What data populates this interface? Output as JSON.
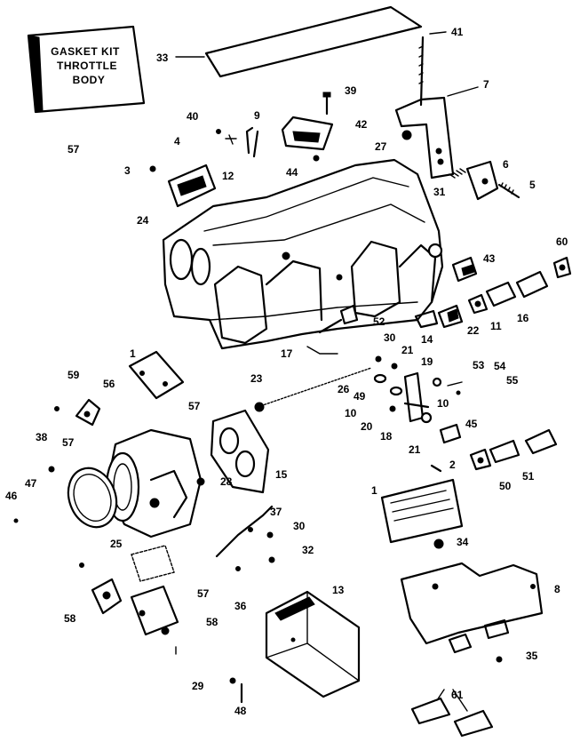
{
  "kit_box": {
    "lines": [
      "GASKET KIT",
      "THROTTLE",
      "BODY"
    ]
  },
  "callouts": [
    {
      "id": "c41",
      "text": "41"
    },
    {
      "id": "c33",
      "text": "33"
    },
    {
      "id": "c7",
      "text": "7"
    },
    {
      "id": "c39",
      "text": "39"
    },
    {
      "id": "c9",
      "text": "9"
    },
    {
      "id": "c40",
      "text": "40"
    },
    {
      "id": "c42",
      "text": "42"
    },
    {
      "id": "c27",
      "text": "27"
    },
    {
      "id": "c57a",
      "text": "57"
    },
    {
      "id": "c4",
      "text": "4"
    },
    {
      "id": "c44",
      "text": "44"
    },
    {
      "id": "c6",
      "text": "6"
    },
    {
      "id": "c3",
      "text": "3"
    },
    {
      "id": "c12",
      "text": "12"
    },
    {
      "id": "c31",
      "text": "31"
    },
    {
      "id": "c5",
      "text": "5"
    },
    {
      "id": "c24",
      "text": "24"
    },
    {
      "id": "c60",
      "text": "60"
    },
    {
      "id": "c43",
      "text": "43"
    },
    {
      "id": "c16",
      "text": "16"
    },
    {
      "id": "c11",
      "text": "11"
    },
    {
      "id": "c22",
      "text": "22"
    },
    {
      "id": "c14",
      "text": "14"
    },
    {
      "id": "c52",
      "text": "52"
    },
    {
      "id": "c30a",
      "text": "30"
    },
    {
      "id": "c21a",
      "text": "21"
    },
    {
      "id": "c17",
      "text": "17"
    },
    {
      "id": "c19",
      "text": "19"
    },
    {
      "id": "c53",
      "text": "53"
    },
    {
      "id": "c54",
      "text": "54"
    },
    {
      "id": "c1a",
      "text": "1"
    },
    {
      "id": "c59",
      "text": "59"
    },
    {
      "id": "c56",
      "text": "56"
    },
    {
      "id": "c23",
      "text": "23"
    },
    {
      "id": "c26",
      "text": "26"
    },
    {
      "id": "c55",
      "text": "55"
    },
    {
      "id": "c49",
      "text": "49"
    },
    {
      "id": "c10a",
      "text": "10"
    },
    {
      "id": "c10b",
      "text": "10"
    },
    {
      "id": "c57b",
      "text": "57"
    },
    {
      "id": "c20",
      "text": "20"
    },
    {
      "id": "c18",
      "text": "18"
    },
    {
      "id": "c45",
      "text": "45"
    },
    {
      "id": "c38a",
      "text": "38"
    },
    {
      "id": "c57c",
      "text": "57"
    },
    {
      "id": "c21b",
      "text": "21"
    },
    {
      "id": "c15",
      "text": "15"
    },
    {
      "id": "c2",
      "text": "2"
    },
    {
      "id": "c47",
      "text": "47"
    },
    {
      "id": "c28",
      "text": "28"
    },
    {
      "id": "c1b",
      "text": "1"
    },
    {
      "id": "c50",
      "text": "50"
    },
    {
      "id": "c51",
      "text": "51"
    },
    {
      "id": "c46",
      "text": "46"
    },
    {
      "id": "c37",
      "text": "37"
    },
    {
      "id": "c30b",
      "text": "30"
    },
    {
      "id": "c34",
      "text": "34"
    },
    {
      "id": "c32",
      "text": "32"
    },
    {
      "id": "c25",
      "text": "25"
    },
    {
      "id": "c8",
      "text": "8"
    },
    {
      "id": "c57d",
      "text": "57"
    },
    {
      "id": "c36",
      "text": "36"
    },
    {
      "id": "c13",
      "text": "13"
    },
    {
      "id": "c58a",
      "text": "58"
    },
    {
      "id": "c58b",
      "text": "58"
    },
    {
      "id": "c35",
      "text": "35"
    },
    {
      "id": "c29",
      "text": "29"
    },
    {
      "id": "c48",
      "text": "48"
    },
    {
      "id": "c61",
      "text": "61"
    }
  ]
}
